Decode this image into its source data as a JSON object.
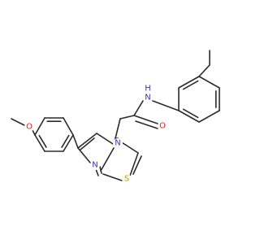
{
  "molecule": {
    "colors": {
      "bond": "#2b2b2b",
      "N": "#2a39c9",
      "O": "#ff0d0d",
      "S": "#b29a00",
      "H": "#2a39c9"
    },
    "atom_labels": {
      "N_amide": "N",
      "H_amide": "H",
      "O_carbonyl": "O",
      "O_methoxy": "O",
      "N_bridge": "N",
      "N_ring": "N",
      "S_ring": "S"
    }
  }
}
